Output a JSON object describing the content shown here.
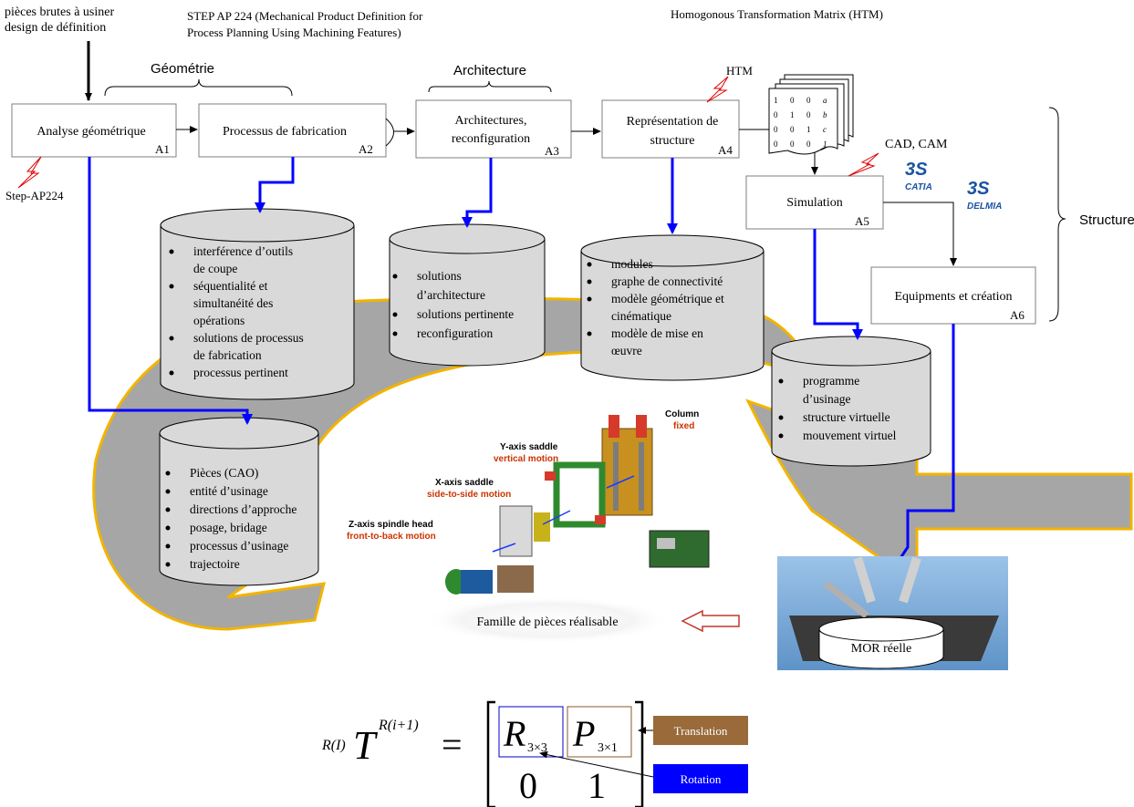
{
  "top_notes": {
    "input": [
      "pièces brutes à usiner",
      "design de définition"
    ],
    "step": [
      "STEP AP 224 (Mechanical Product Definition for",
      "Process Planning Using Machining Features)"
    ],
    "htm_title": "Homogonous Transformation Matrix (HTM)"
  },
  "groups": {
    "geometry": "Géométrie",
    "architecture": "Architecture",
    "structure": "Structure"
  },
  "activities": [
    {
      "label": [
        "Analyse géométrique"
      ],
      "code": "A1"
    },
    {
      "label": [
        "Processus de fabrication"
      ],
      "code": "A2"
    },
    {
      "label": [
        "Architectures,",
        "reconfiguration"
      ],
      "code": "A3"
    },
    {
      "label": [
        "Représentation de",
        "structure"
      ],
      "code": "A4"
    },
    {
      "label": [
        "Simulation"
      ],
      "code": "A5"
    },
    {
      "label": [
        "Equipments  et création"
      ],
      "code": "A6"
    }
  ],
  "annotations": {
    "step_ap224": "Step-AP224",
    "htm": "HTM",
    "cad_cam": "CAD, CAM",
    "catia": "CATIA",
    "delmia": "DELMIA"
  },
  "htm_matrix": [
    [
      "1",
      "0",
      "0",
      "a"
    ],
    [
      "0",
      "1",
      "0",
      "b"
    ],
    [
      "0",
      "0",
      "1",
      "c"
    ],
    [
      "0",
      "0",
      "0",
      "1"
    ]
  ],
  "databases": {
    "a2": [
      "interférence  d’outils",
      "de coupe",
      "séquentialité  et",
      "simultanéité  des",
      "opérations",
      "solutions de processus",
      "de fabrication",
      "processus pertinent"
    ],
    "a3": [
      "solutions",
      "d’architecture",
      "solutions pertinente",
      "reconfiguration"
    ],
    "a4": [
      "modules",
      "graphe de connectivité",
      "modèle géométrique et",
      "cinématique",
      "modèle de mise en",
      "œuvre"
    ],
    "a1": [
      "Pièces (CAO)",
      "entité d’usinage",
      "directions d’approche",
      "posage, bridage",
      "processus d’usinage",
      "trajectoire"
    ],
    "a5": [
      "programme",
      "d’usinage",
      "structure virtuelle",
      "mouvement virtuel"
    ]
  },
  "machine_labels": {
    "column": "Column",
    "column_sub": "fixed",
    "y_axis": "Y-axis saddle",
    "y_axis_sub": "vertical motion",
    "x_axis": "X-axis saddle",
    "x_axis_sub": "side-to-side motion",
    "z_axis": "Z-axis spindle head",
    "z_axis_sub": "front-to-back motion"
  },
  "bottom": {
    "family": "Famille de pièces réalisable",
    "mor": "MOR réelle"
  },
  "equation": {
    "sub_left": "R(I)",
    "T": "T",
    "sup": "R(i+1)",
    "equals": "=",
    "R": "R",
    "R_sub": "3×3",
    "P": "P",
    "P_sub": "3×1",
    "zero": "0",
    "one": "1",
    "translation": "Translation",
    "rotation": "Rotation"
  },
  "colors": {
    "flow_blue": "#0000ff",
    "loop_gray": "#a6a6a6",
    "loop_border": "#f2b400",
    "cyl_gray": "#d9d9d9",
    "translation_bg": "#9a6a3a",
    "rotation_bg": "#0000ff"
  }
}
